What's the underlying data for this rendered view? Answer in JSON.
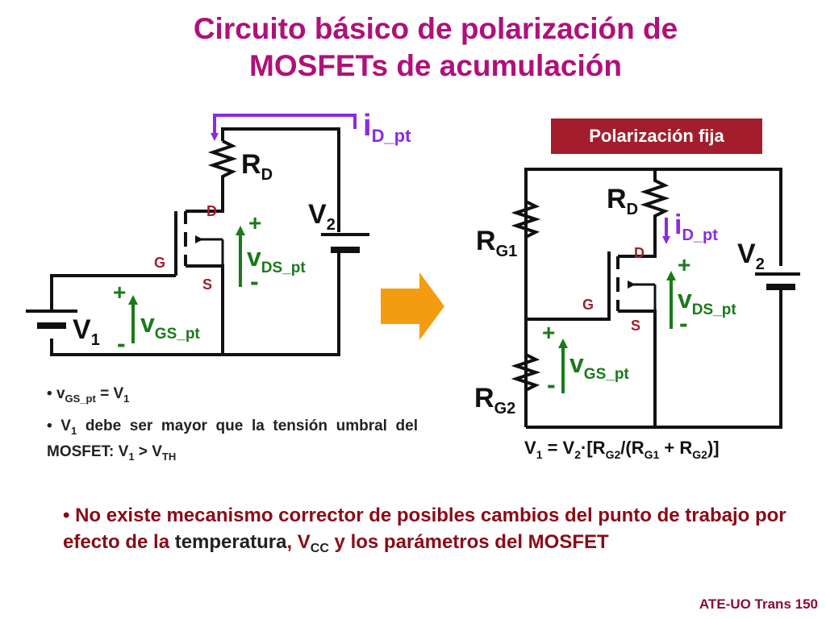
{
  "title": {
    "line1": "Circuito básico de polarización de",
    "line2": "MOSFETs de acumulación"
  },
  "badge": "Polarización fija",
  "left_circuit": {
    "rd": "R",
    "rd_sub": "D",
    "v2": "V",
    "v2_sub": "2",
    "v1": "V",
    "v1_sub": "1",
    "id": "i",
    "id_sub": "D_pt",
    "vds": "v",
    "vds_sub": "DS_pt",
    "vgs": "v",
    "vgs_sub": "GS_pt",
    "d": "D",
    "g": "G",
    "s": "S",
    "plus": "+",
    "minus": "-"
  },
  "right_circuit": {
    "rd": "R",
    "rd_sub": "D",
    "rg1": "R",
    "rg1_sub": "G1",
    "rg2": "R",
    "rg2_sub": "G2",
    "v2": "V",
    "v2_sub": "2",
    "id": "i",
    "id_sub": "D_pt",
    "vds": "v",
    "vds_sub": "DS_pt",
    "vgs": "v",
    "vgs_sub": "GS_pt",
    "d": "D",
    "g": "G",
    "s": "S",
    "plus": "+",
    "minus": "-"
  },
  "formula": {
    "p1": "V",
    "s1": "1",
    "p2": " = V",
    "s2": "2",
    "p3": "·[R",
    "s3": "G2",
    "p4": "/(R",
    "s4": "G1",
    "p5": " + R",
    "s5": "G2",
    "p6": ")]"
  },
  "notes": {
    "bullet": "•",
    "n1_a": "v",
    "n1_sub": "GS_pt",
    "n1_b": " = V",
    "n1_sub2": "1",
    "n2_a": "V",
    "n2_sub": "1",
    "n2_b": " debe ser mayor que la tensión umbral del MOSFET: V",
    "n2_sub2": "1",
    "n2_c": " > V",
    "n2_sub3": "TH"
  },
  "bottom": {
    "bullet": "•",
    "a": " No existe mecanismo corrector de posibles cambios del punto de trabajo  por efecto de la ",
    "b": "temperatura",
    "c": ", V",
    "c_sub": "CC",
    "d": " y los parámetros del MOSFET"
  },
  "footer": "ATE-UO Trans 150",
  "colors": {
    "title": "#b0107a",
    "current": "#8a2be2",
    "voltage": "#1a7a1a",
    "terminal": "#a31d2c",
    "badge": "#a31d2c",
    "arrow": "#f39c12"
  }
}
